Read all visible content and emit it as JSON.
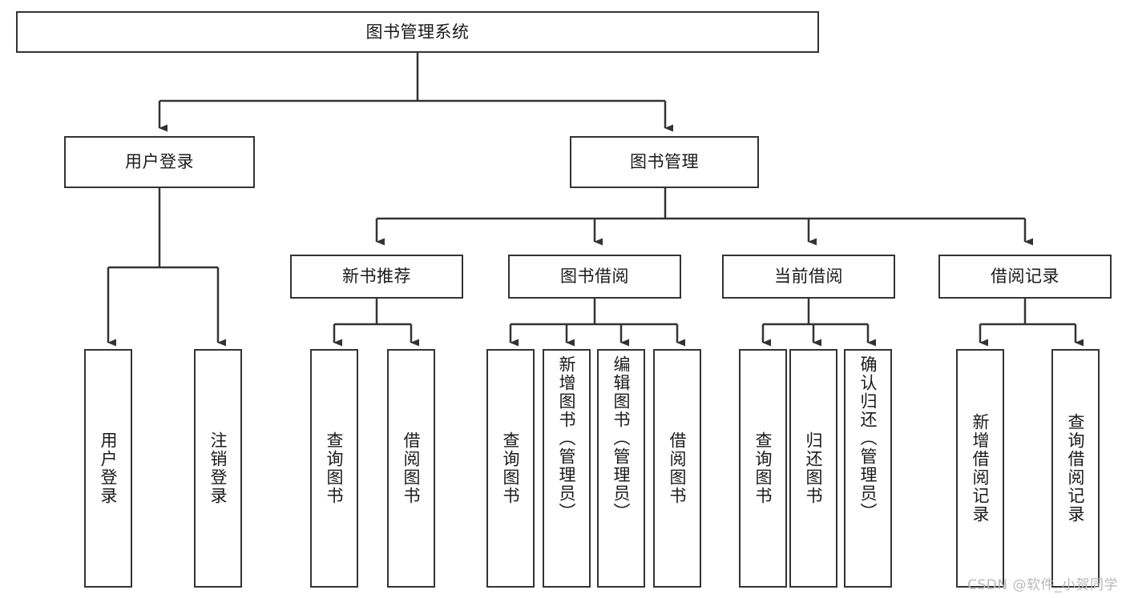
{
  "diagram": {
    "title": "图书管理系统",
    "type": "tree-hierarchy-chart",
    "watermark": "CSDN @软件_小贺同学",
    "colors": {
      "stroke": "#333333",
      "fill": "#ffffff",
      "text": "#1a1a1a",
      "watermark": "#b9b9b9"
    },
    "nodes": {
      "root": {
        "label": "图书管理系统"
      },
      "level1": [
        {
          "id": "user-login",
          "label": "用户登录"
        },
        {
          "id": "book-management",
          "label": "图书管理"
        }
      ],
      "level2": [
        {
          "id": "new-book-recommend",
          "label": "新书推荐"
        },
        {
          "id": "book-borrow",
          "label": "图书借阅"
        },
        {
          "id": "current-borrow",
          "label": "当前借阅"
        },
        {
          "id": "borrow-record",
          "label": "借阅记录"
        }
      ],
      "leaves": {
        "user-login": [
          {
            "id": "leaf-user-login",
            "label": "用户登录"
          },
          {
            "id": "leaf-logout",
            "label": "注销登录"
          }
        ],
        "new-book-recommend": [
          {
            "id": "leaf-query-book-1",
            "label": "查询图书"
          },
          {
            "id": "leaf-borrow-book-1",
            "label": "借阅图书"
          }
        ],
        "book-borrow": [
          {
            "id": "leaf-query-book-2",
            "label": "查询图书"
          },
          {
            "id": "leaf-add-book",
            "label": "新增图书（管理员）"
          },
          {
            "id": "leaf-edit-book",
            "label": "编辑图书（管理员）"
          },
          {
            "id": "leaf-borrow-book-2",
            "label": "借阅图书"
          }
        ],
        "current-borrow": [
          {
            "id": "leaf-query-book-3",
            "label": "查询图书"
          },
          {
            "id": "leaf-return-book",
            "label": "归还图书"
          },
          {
            "id": "leaf-confirm-return",
            "label": "确认归还（管理员）"
          }
        ],
        "borrow-record": [
          {
            "id": "leaf-add-record",
            "label": "新增借阅记录"
          },
          {
            "id": "leaf-query-record",
            "label": "查询借阅记录"
          }
        ]
      }
    }
  }
}
